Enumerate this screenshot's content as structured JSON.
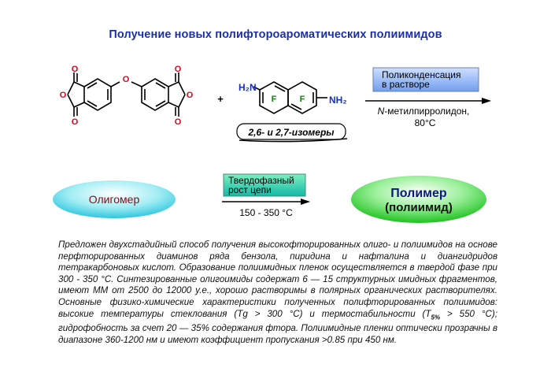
{
  "title": "Получение новых полифтороароматических полиимидов",
  "reaction": {
    "plus": "+",
    "amine_label_left": "H₂N",
    "amine_label_right": "NH₂",
    "fluoro_label_1": "F",
    "fluoro_label_2": "F",
    "oxygen_label": "O",
    "isomers_label": "2,6- и 2,7-изомеры",
    "step1_box_line1": "Поликонденсация",
    "step1_box_line2": "в растворе",
    "step1_solvent_prefix": "N",
    "step1_solvent_rest": "-метилпирролидон,",
    "step1_temp": "80°C"
  },
  "second_stage": {
    "oligomer_label": "Олигомер",
    "step2_box_line1": "Твердофазный",
    "step2_box_line2": "рост цепи",
    "step2_temp": "150 - 350 °C",
    "polymer_line1": "Полимер",
    "polymer_line2": "(полиимид)"
  },
  "paragraph": {
    "part1": "Предложен двухстадийный способ получения высокофторированных олиго- и полиимидов на основе перфторированных диаминов ряда бензола, пиридина и нафталина и диангидридов тетракарбоновых кислот. Образование полиимидных пленок осуществляется в твердой фазе при 300 - 350 °С. Синтезированные олигоимиды содержат 6 — 15 структурных имидных фрагментов, имеют ММ от 2500 до 12000 у.е., хорошо растворимы в полярных органических растворителях. Основные физико-химические характеристики полученных полифторированных полиимидов: высокие температуры стеклования (Tg > 300 °C) и термостабильности (T",
    "sub": "5%",
    "part2": " > 550 °C); гидрофобность за счет 20 — 35% содержания фтора. Полиимидные пленки оптически прозрачны в диапазоне 360-1200 нм и имеют коэффициент пропускания >0.85 при 450 нм."
  },
  "colors": {
    "title": "#1a2fa8",
    "oxygen": "#e0001a",
    "nitrogen": "#1430c8",
    "fluorine": "#0a8a0a",
    "oligomer_text": "#8b0a14",
    "box_blue_top": "#b8d4ff",
    "box_green_top": "#4ee0a0"
  }
}
